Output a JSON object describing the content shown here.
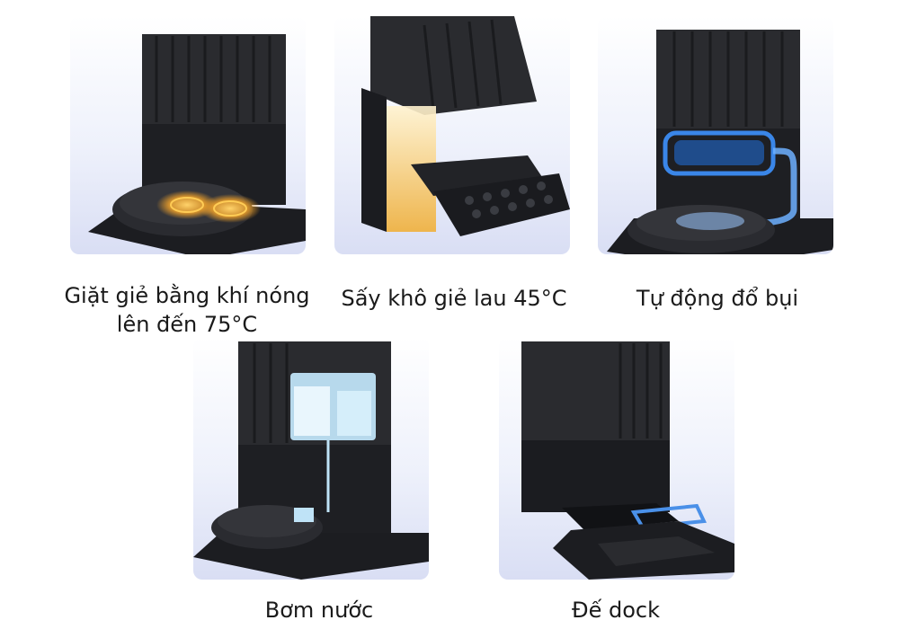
{
  "features": [
    {
      "caption_line1": "Giặt giẻ bằng khí nóng",
      "caption_line2": "lên đến 75°C",
      "icon": "hot-air-mop-wash-icon"
    },
    {
      "caption_line1": "Sấy khô giẻ lau 45°C",
      "caption_line2": "",
      "icon": "mop-drying-icon"
    },
    {
      "caption_line1": "Tự động đổ bụi",
      "caption_line2": "",
      "icon": "auto-dust-empty-icon"
    },
    {
      "caption_line1": "Bơm nước",
      "caption_line2": "",
      "icon": "water-pump-icon"
    },
    {
      "caption_line1": "Đế dock",
      "caption_line2": "",
      "icon": "dock-base-icon"
    }
  ],
  "colors": {
    "dock_body": "#232427",
    "dock_dark": "#15161a",
    "heat_glow": "#f3a32a",
    "airflow_blue": "#3a86e8",
    "water_tank": "#bfe3f7",
    "caption_text": "#1a1a1a"
  }
}
